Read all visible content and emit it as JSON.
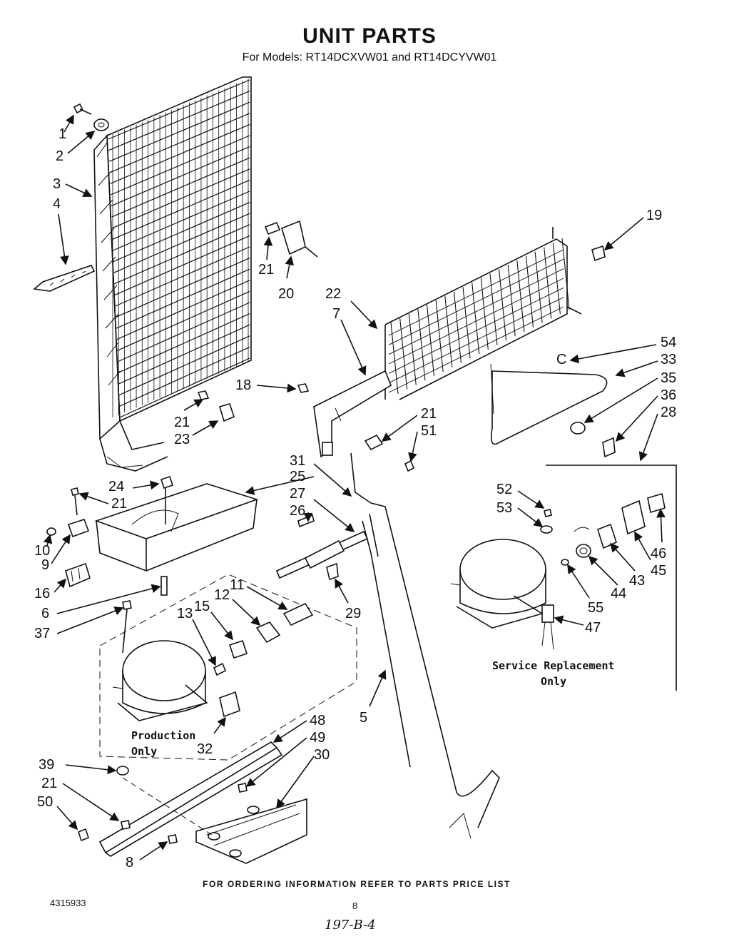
{
  "title": "UNIT PARTS",
  "subtitle": "For Models: RT14DCXVW01 and RT14DCYVW01",
  "callouts": [
    "1",
    "2",
    "3",
    "4",
    "19",
    "21",
    "20",
    "22",
    "7",
    "54",
    "33",
    "35",
    "36",
    "28",
    "18",
    "21",
    "51",
    "21",
    "23",
    "31",
    "24",
    "25",
    "21",
    "27",
    "26",
    "52",
    "53",
    "10",
    "9",
    "16",
    "6",
    "37",
    "11",
    "12",
    "15",
    "13",
    "29",
    "46",
    "43",
    "45",
    "44",
    "55",
    "47",
    "5",
    "32",
    "48",
    "49",
    "30",
    "39",
    "21",
    "50",
    "8"
  ],
  "notes": {
    "production_line1": "Production",
    "production_line2": "Only",
    "service_line1": "Service Replacement",
    "service_line2": "Only"
  },
  "footer": {
    "ordering": "FOR ORDERING INFORMATION REFER TO PARTS PRICE LIST",
    "doc_number": "4315933",
    "page_number": "8",
    "handwritten": "197-B-4"
  }
}
